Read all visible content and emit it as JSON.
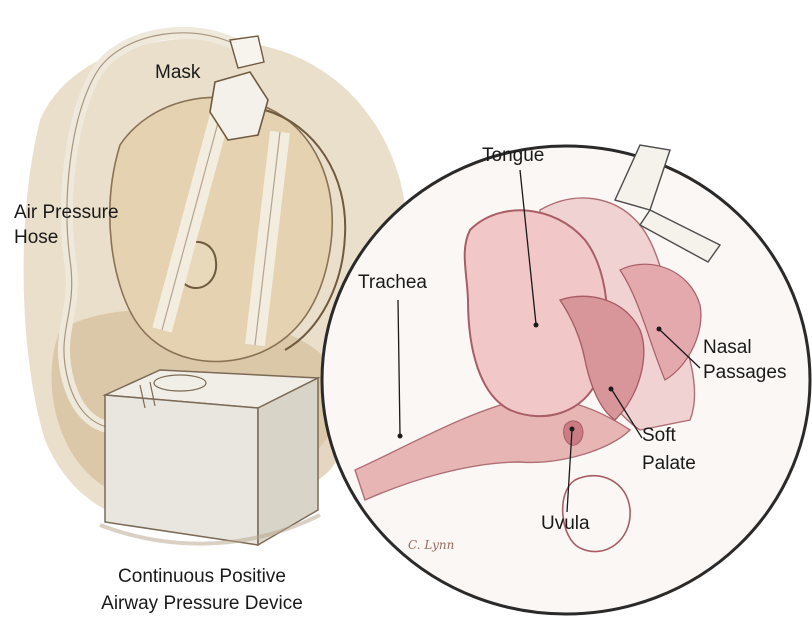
{
  "labels": {
    "mask": "Mask",
    "hose_line1": "Air Pressure",
    "hose_line2": "Hose",
    "device_line1": "Continuous Positive",
    "device_line2": "Airway Pressure Device",
    "tongue": "Tongue",
    "trachea": "Trachea",
    "nasal_line1": "Nasal",
    "nasal_line2": "Passages",
    "soft_line1": "Soft",
    "soft_line2": "Palate",
    "uvula": "Uvula"
  },
  "signature": "C. Lynn",
  "colors": {
    "wash": "#d8c4a0",
    "tissue": "#e8b5b5",
    "tissue_dark": "#c98489",
    "device": "#e9e6df",
    "ink": "#1a1a1a"
  }
}
